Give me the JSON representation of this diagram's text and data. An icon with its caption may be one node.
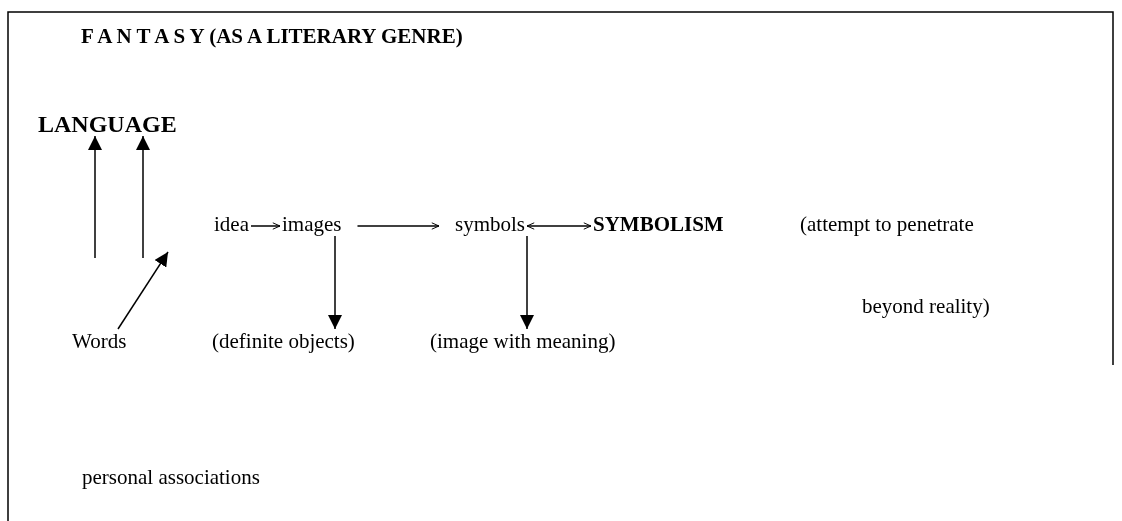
{
  "diagram": {
    "title": "F A N T A S Y (AS A LITERARY GENRE)",
    "nodes": [
      {
        "text": [
          "LANGUAGE"
        ]
      },
      {
        "text": [
          "idea"
        ]
      },
      {
        "text": [
          "images"
        ]
      },
      {
        "text": [
          "symbols"
        ]
      },
      {
        "text": [
          "SYMBOLISM"
        ]
      },
      {
        "text": [
          "Words"
        ]
      },
      {
        "text": [
          "(definite objects)"
        ]
      },
      {
        "text": [
          "(image with meaning)"
        ]
      }
    ],
    "edges": [
      {
        "from": null,
        "to": 0,
        "arrow": "to"
      },
      {
        "from": null,
        "to": 0,
        "arrow": "to"
      },
      {
        "from": 1,
        "to": 2,
        "arrow": "to"
      },
      {
        "from": 2,
        "to": 3,
        "arrow": "to"
      },
      {
        "from": 3,
        "to": 4,
        "arrow": "both"
      },
      {
        "from": 5,
        "to": null,
        "arrow": "to"
      },
      {
        "from": 2,
        "to": 6,
        "arrow": "to"
      },
      {
        "from": 3,
        "to": 7,
        "arrow": "to"
      }
    ],
    "labels": [
      "(attempt to penetrate",
      "beyond reality)",
      "personal associations"
    ]
  }
}
